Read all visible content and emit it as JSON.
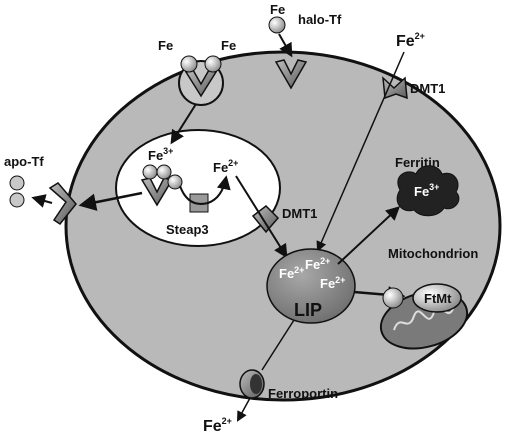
{
  "labels": {
    "fe_left": "Fe",
    "fe_right": "Fe",
    "fe_halo": "Fe",
    "halo_tf": "halo-Tf",
    "apo_tf": "apo-Tf",
    "fe_in_base": "Fe",
    "fe_in_sup": "2+",
    "dmt1_top": "DMT1",
    "dmt1_mid": "DMT1",
    "ferritin": "Ferritin",
    "ferritin_fe_base": "Fe",
    "ferritin_fe_sup": "3+",
    "endo_fe3_base": "Fe",
    "endo_fe3_sup": "3+",
    "endo_fe2_base": "Fe",
    "endo_fe2_sup": "2+",
    "steap3": "Steap3",
    "lip": "LIP",
    "lip_fe_base": "Fe",
    "lip_fe_sup": "2+",
    "mitochondrion": "Mitochondrion",
    "ftmt": "FtMt",
    "ferroportin": "Ferroportin",
    "fe_out_base": "Fe",
    "fe_out_sup": "2+"
  },
  "colors": {
    "cell": "#b9b9b9",
    "endosome": "#ffffff",
    "lip": "#8c8c8c",
    "ferritin": "#222222",
    "protein": "#8a8a8a",
    "arrow": "#111111"
  }
}
